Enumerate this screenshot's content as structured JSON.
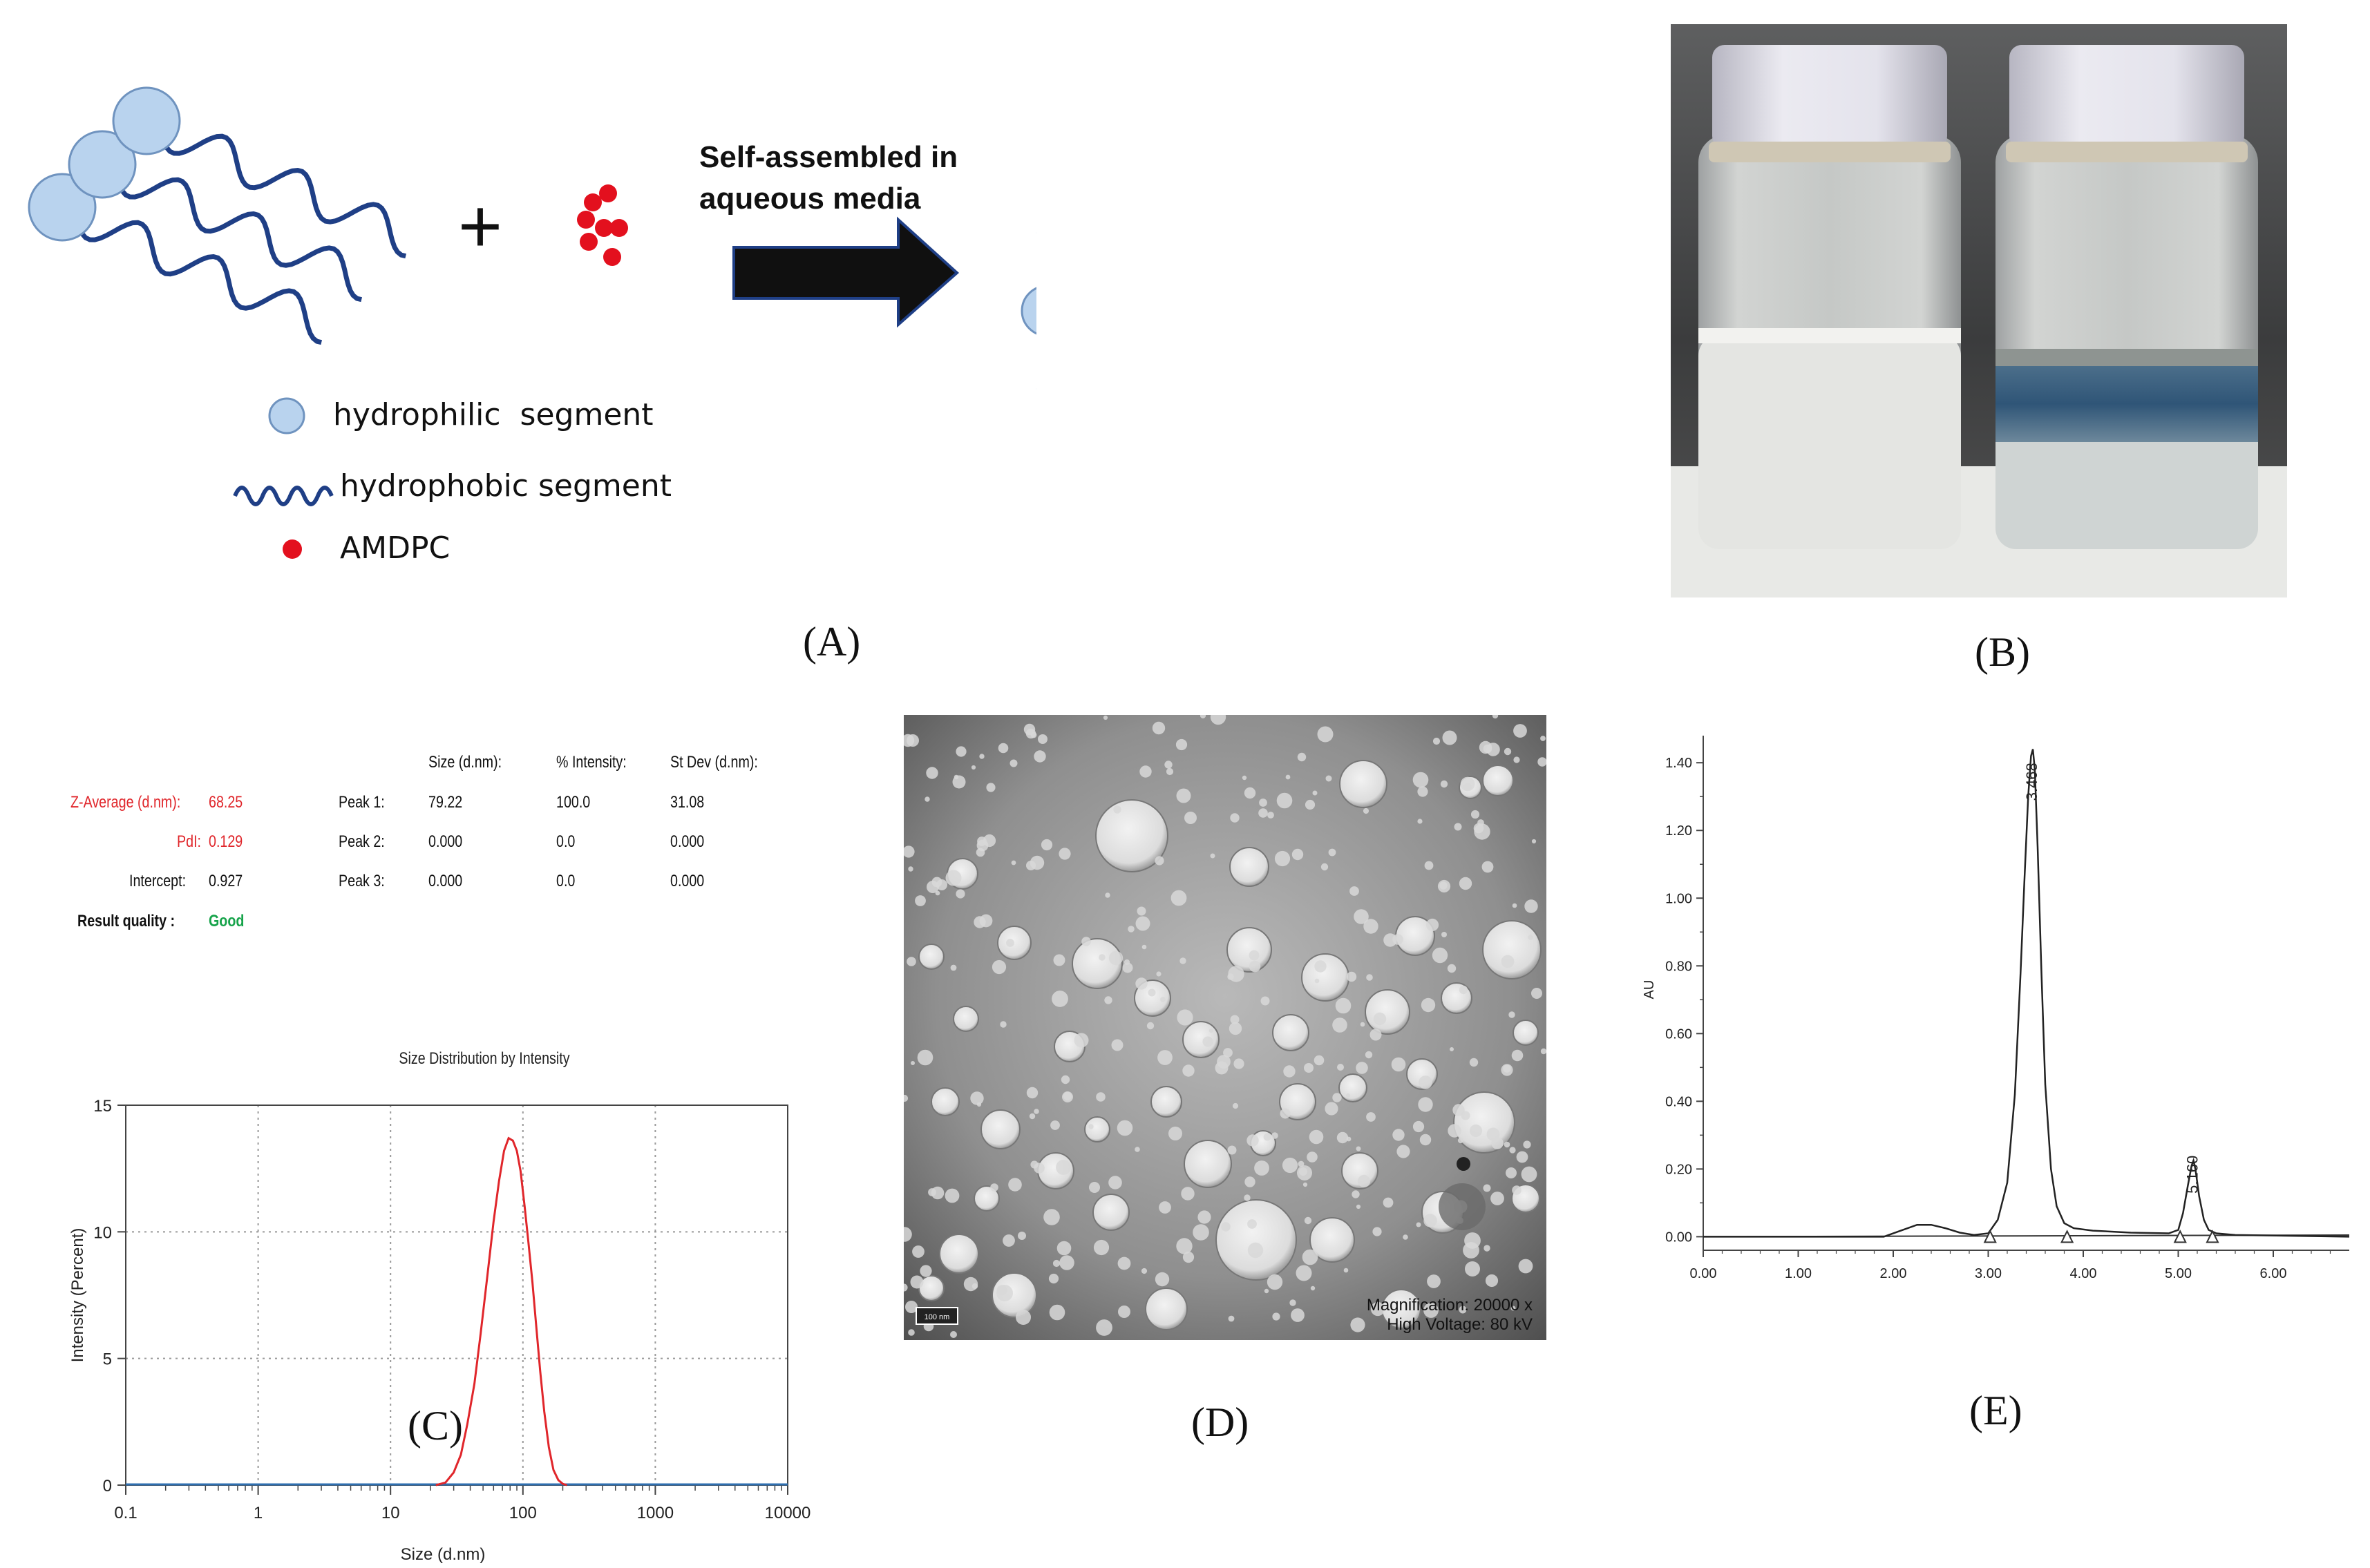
{
  "panels": {
    "A": {
      "label": "(A)",
      "plus": "+",
      "arrow_text": [
        "Self-assembled in",
        "aqueous media"
      ],
      "legend": {
        "hydrophilic": "hydrophilic  segment",
        "hydrophobic": "hydrophobic segment",
        "drug": "AMDPC"
      },
      "colors": {
        "head": "#b9d3ee",
        "tail": "#1f3f86",
        "drug": "#e3101e",
        "arrow": "#101010"
      }
    },
    "B": {
      "label": "(B)"
    },
    "C": {
      "label": "(C)",
      "header": {
        "size": "Size (d.nm):",
        "intensity": "% Intensity:",
        "stdev": "St Dev (d.nm):"
      },
      "summary": [
        {
          "label": "Z-Average (d.nm):",
          "value": "68.25"
        },
        {
          "label": "PdI:",
          "value": "0.129"
        },
        {
          "label": "Intercept:",
          "value": "0.927"
        },
        {
          "label": "Result quality :",
          "value": "Good"
        }
      ],
      "peaks": [
        {
          "label": "Peak 1:",
          "size": "79.22",
          "intensity": "100.0",
          "stdev": "31.08"
        },
        {
          "label": "Peak 2:",
          "size": "0.000",
          "intensity": "0.0",
          "stdev": "0.000"
        },
        {
          "label": "Peak 3:",
          "size": "0.000",
          "intensity": "0.0",
          "stdev": "0.000"
        }
      ]
    },
    "D": {
      "label": "(D)",
      "scale_bar": "100 nm",
      "magnification": "Magnification:  20000 x",
      "voltage": "High Voltage:  80 kV"
    },
    "E": {
      "label": "(E)"
    }
  },
  "chart_data": [
    {
      "type": "line",
      "title": "Size Distribution by Intensity",
      "xlabel": "Size (d.nm)",
      "ylabel": "Intensity (Percent)",
      "x_scale": "log",
      "xlim": [
        0.1,
        10000
      ],
      "ylim": [
        0,
        15
      ],
      "x_ticks": [
        "0.1",
        "1",
        "10",
        "100",
        "1000",
        "10000"
      ],
      "y_ticks": [
        "0",
        "5",
        "10",
        "15"
      ],
      "grid": true,
      "series_color": "#e0262b",
      "x": [
        22,
        26,
        30,
        34,
        38,
        43,
        48,
        54,
        60,
        66,
        72,
        78,
        84,
        90,
        96,
        103,
        110,
        118,
        126,
        135,
        145,
        157,
        170,
        185,
        200,
        215
      ],
      "y": [
        0,
        0.1,
        0.5,
        1.2,
        2.4,
        4.0,
        6.0,
        8.3,
        10.4,
        12.0,
        13.2,
        13.7,
        13.6,
        13.2,
        12.4,
        11.0,
        9.6,
        8.0,
        6.3,
        4.5,
        2.9,
        1.5,
        0.6,
        0.2,
        0.05,
        0
      ]
    },
    {
      "type": "line",
      "xlabel": "",
      "ylabel": "AU",
      "xlim": [
        0,
        6.8
      ],
      "ylim": [
        -0.04,
        1.48
      ],
      "x_ticks": [
        "0.00",
        "1.00",
        "2.00",
        "3.00",
        "4.00",
        "5.00",
        "6.00"
      ],
      "y_ticks": [
        "0.00",
        "0.20",
        "0.40",
        "0.60",
        "0.80",
        "1.00",
        "1.20",
        "1.40"
      ],
      "series_color": "#222222",
      "peak_labels": [
        {
          "x": 3.468,
          "y": 1.4,
          "label": "3.468"
        },
        {
          "x": 5.16,
          "y": 0.24,
          "label": "5.160"
        }
      ],
      "markers": [
        3.02,
        3.83,
        5.02,
        5.36
      ],
      "x": [
        0,
        1.9,
        2.1,
        2.25,
        2.4,
        2.55,
        2.7,
        2.85,
        3.0,
        3.1,
        3.2,
        3.28,
        3.34,
        3.38,
        3.42,
        3.45,
        3.47,
        3.49,
        3.52,
        3.56,
        3.6,
        3.66,
        3.72,
        3.8,
        3.9,
        4.1,
        4.5,
        4.9,
        5.0,
        5.05,
        5.1,
        5.14,
        5.16,
        5.18,
        5.22,
        5.27,
        5.32,
        5.4,
        5.6,
        6.8
      ],
      "y": [
        0,
        0,
        0.02,
        0.035,
        0.035,
        0.025,
        0.012,
        0.005,
        0.01,
        0.05,
        0.16,
        0.42,
        0.78,
        1.05,
        1.3,
        1.42,
        1.44,
        1.38,
        1.15,
        0.78,
        0.45,
        0.2,
        0.09,
        0.04,
        0.025,
        0.018,
        0.012,
        0.01,
        0.02,
        0.07,
        0.15,
        0.21,
        0.225,
        0.2,
        0.12,
        0.05,
        0.02,
        0.01,
        0.005,
        0.0
      ]
    }
  ]
}
